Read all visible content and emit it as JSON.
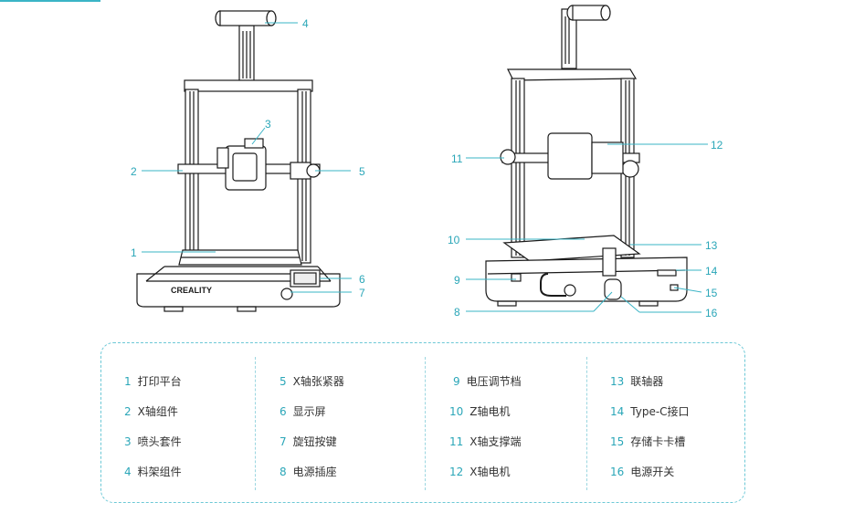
{
  "colors": {
    "accent": "#2aa6b8",
    "text": "#333333",
    "line": "#1a1a1a"
  },
  "callouts": {
    "c1": "1",
    "c2": "2",
    "c3": "3",
    "c4": "4",
    "c5": "5",
    "c6": "6",
    "c7": "7",
    "c8": "8",
    "c9": "9",
    "c10": "10",
    "c11": "11",
    "c12": "12",
    "c13": "13",
    "c14": "14",
    "c15": "15",
    "c16": "16"
  },
  "brand": {
    "logo_text": "CREALITY"
  },
  "legend": [
    {
      "num": "1",
      "label": "打印平台"
    },
    {
      "num": "2",
      "label": "X轴组件"
    },
    {
      "num": "3",
      "label": "喷头套件"
    },
    {
      "num": "4",
      "label": "料架组件"
    },
    {
      "num": "5",
      "label": "X轴张紧器"
    },
    {
      "num": "6",
      "label": "显示屏"
    },
    {
      "num": "7",
      "label": "旋钮按键"
    },
    {
      "num": "8",
      "label": "电源插座"
    },
    {
      "num": "9",
      "label": "电压调节档"
    },
    {
      "num": "10",
      "label": "Z轴电机"
    },
    {
      "num": "11",
      "label": "X轴支撑端"
    },
    {
      "num": "12",
      "label": "X轴电机"
    },
    {
      "num": "13",
      "label": "联轴器"
    },
    {
      "num": "14",
      "label": "Type-C接口"
    },
    {
      "num": "15",
      "label": "存储卡卡槽"
    },
    {
      "num": "16",
      "label": "电源开关"
    }
  ]
}
